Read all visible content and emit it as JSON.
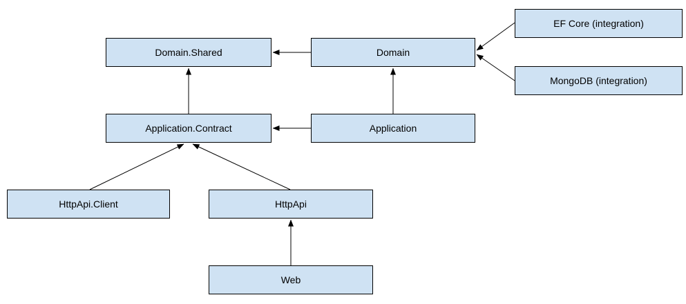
{
  "diagram": {
    "type": "dependency-graph",
    "background": "#ffffff",
    "node_fill": "#cfe2f3",
    "node_border": "#000000",
    "edge_color": "#000000",
    "nodes": [
      {
        "id": "domain-shared",
        "label": "Domain.Shared"
      },
      {
        "id": "domain",
        "label": "Domain"
      },
      {
        "id": "ef-core",
        "label": "EF Core (integration)"
      },
      {
        "id": "mongodb",
        "label": "MongoDB (integration)"
      },
      {
        "id": "application-contract",
        "label": "Application.Contract"
      },
      {
        "id": "application",
        "label": "Application"
      },
      {
        "id": "httpapi-client",
        "label": "HttpApi.Client"
      },
      {
        "id": "httpapi",
        "label": "HttpApi"
      },
      {
        "id": "web",
        "label": "Web"
      }
    ],
    "edges": [
      {
        "from": "Domain",
        "to": "Domain.Shared"
      },
      {
        "from": "EF Core (integration)",
        "to": "Domain"
      },
      {
        "from": "MongoDB (integration)",
        "to": "Domain"
      },
      {
        "from": "Application",
        "to": "Domain"
      },
      {
        "from": "Application",
        "to": "Application.Contract"
      },
      {
        "from": "Application.Contract",
        "to": "Domain.Shared"
      },
      {
        "from": "HttpApi.Client",
        "to": "Application.Contract"
      },
      {
        "from": "HttpApi",
        "to": "Application.Contract"
      },
      {
        "from": "Web",
        "to": "HttpApi"
      }
    ]
  }
}
